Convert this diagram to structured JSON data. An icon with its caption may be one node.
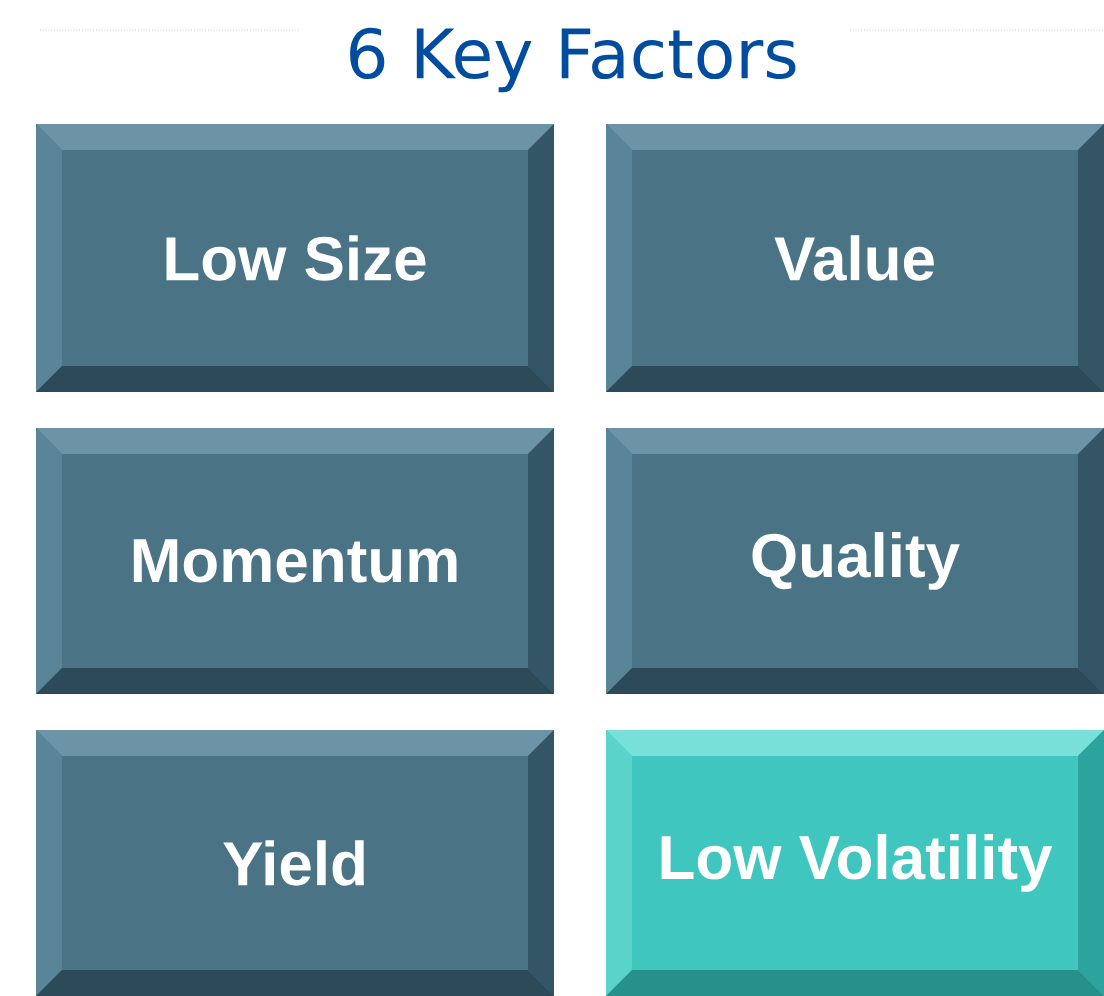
{
  "diagram": {
    "title": "6 Key Factors",
    "nodes": [
      {
        "text": [
          "Low Size"
        ]
      },
      {
        "text": [
          "Value"
        ]
      },
      {
        "text": [
          "Momentum"
        ]
      },
      {
        "text": [
          "Quality"
        ]
      },
      {
        "text": [
          "Yield"
        ]
      },
      {
        "text": [
          "Low Volatility"
        ]
      }
    ]
  }
}
